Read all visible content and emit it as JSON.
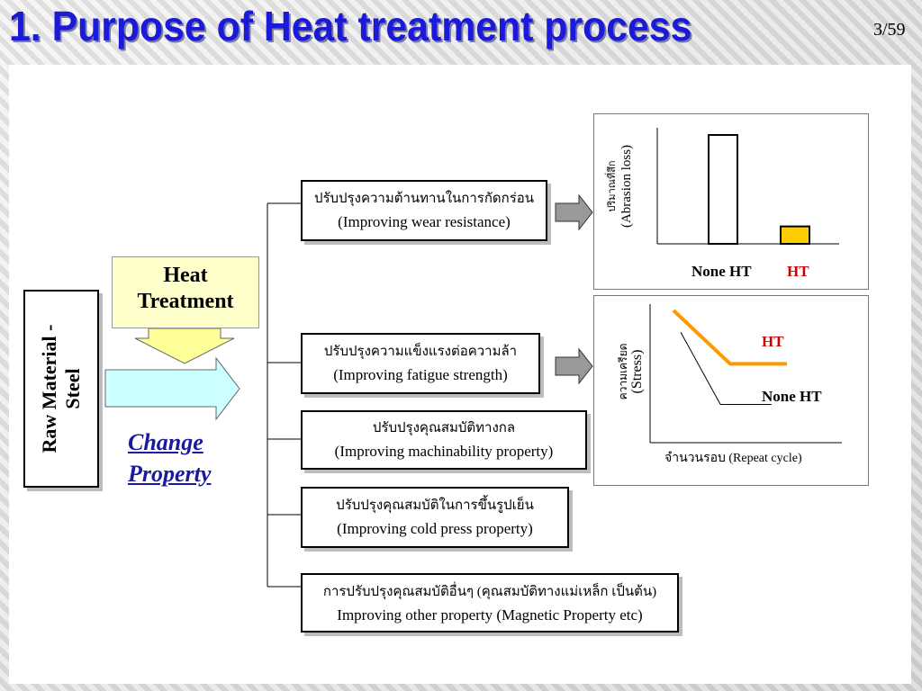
{
  "header": {
    "title": "1. Purpose of Heat treatment process",
    "page_number": "3/59"
  },
  "raw_material": {
    "label_line1": "Raw Material -",
    "label_line2": "Steel"
  },
  "heat_treatment": {
    "line1": "Heat",
    "line2": "Treatment"
  },
  "change_property": {
    "line1": "Change ",
    "line2": "Property"
  },
  "purposes": [
    {
      "thai": "ปรับปรุงความต้านทานในการกัดกร่อน",
      "english": "(Improving wear resistance)"
    },
    {
      "thai": "ปรับปรุงความแข็งแรงต่อความล้า",
      "english": "(Improving fatigue strength)"
    },
    {
      "thai": "ปรับปรุงคุณสมบัติทางกล",
      "english": "(Improving machinability property)"
    },
    {
      "thai": "ปรับปรุงคุณสมบัติในการขึ้นรูปเย็น",
      "english": "(Improving cold press property)"
    },
    {
      "thai": "การปรับปรุงคุณสมบัติอื่นๆ (คุณสมบัติทางแม่เหล็ก เป็นต้น)",
      "english": "Improving other property (Magnetic Property etc)"
    }
  ],
  "colors": {
    "title": "#1a1ad8",
    "ht_bar": "#ffcc00",
    "ht_line": "#ff9900",
    "ht_label": "#cc0000",
    "change": "#1a1aa0"
  },
  "chart_data": [
    {
      "type": "bar",
      "categories": [
        "None HT",
        "HT"
      ],
      "values": [
        100,
        16
      ],
      "ylabel_thai": "ปริมาณที่สึก",
      "ylabel": "(Abrasion loss)",
      "bar_colors": [
        "#ffffff",
        "#ffcc00"
      ]
    },
    {
      "type": "line",
      "ylabel_thai": "ความเครียด",
      "ylabel": "(Stress)",
      "xlabel": "จำนวนรอบ (Repeat cycle)",
      "series": [
        {
          "name": "HT",
          "x": [
            0,
            0.5,
            1.0
          ],
          "values": [
            1.0,
            0.46,
            0.46
          ],
          "color": "#ff9900"
        },
        {
          "name": "None HT",
          "x": [
            0,
            0.35,
            0.8
          ],
          "values": [
            0.78,
            0.05,
            0.05
          ],
          "color": "#000000"
        }
      ]
    }
  ]
}
